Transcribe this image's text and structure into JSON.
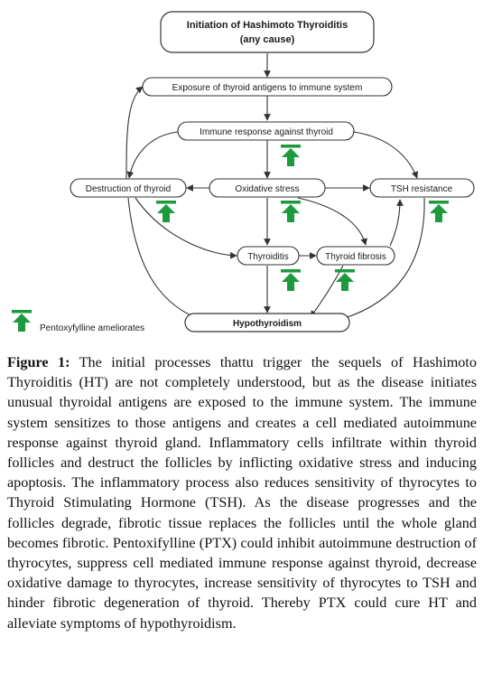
{
  "diagram": {
    "nodes": {
      "initiation_line1": "Initiation of Hashimoto Thyroiditis",
      "initiation_line2": "(any cause)",
      "exposure": "Exposure of thyroid antigens to immune system",
      "immune_response": "Immune response against thyroid",
      "destruction": "Destruction of thyroid",
      "oxidative_stress": "Oxidative stress",
      "tsh_resistance": "TSH resistance",
      "thyroiditis": "Thyroiditis",
      "thyroid_fibrosis": "Thyroid fibrosis",
      "hypothyroidism": "Hypothyroidism"
    },
    "legend": {
      "label": "Pentoxyfylline ameliorates",
      "icon": "green-up-arrow-icon",
      "color": "#1e9a3e"
    }
  },
  "caption": {
    "label": "Figure 1:",
    "text": "The initial processes thattu trigger the sequels of Hashimoto Thyroiditis (HT) are not completely understood, but as the disease initiates unusual thyroidal antigens are exposed to the immune system. The immune system sensitizes to those antigens and creates a cell mediated autoimmune response against thyroid gland. Inflammatory cells infiltrate within thyroid follicles and destruct the follicles by inflicting oxidative stress and inducing apoptosis. The inflammatory process also reduces sensitivity of thyrocytes to Thyroid Stimulating Hormone (TSH). As the disease progresses and the follicles degrade, fibrotic tissue replaces the follicles until the whole gland becomes fibrotic. Pentoxifylline (PTX) could inhibit autoimmune destruction of thyrocytes, suppress cell mediated immune response against thyroid, decrease oxidative damage to thyrocytes, increase sensitivity of thyrocytes to TSH and hinder fibrotic degeneration of thyroid. Thereby PTX could cure HT and alleviate symptoms of hypothyroidism."
  }
}
